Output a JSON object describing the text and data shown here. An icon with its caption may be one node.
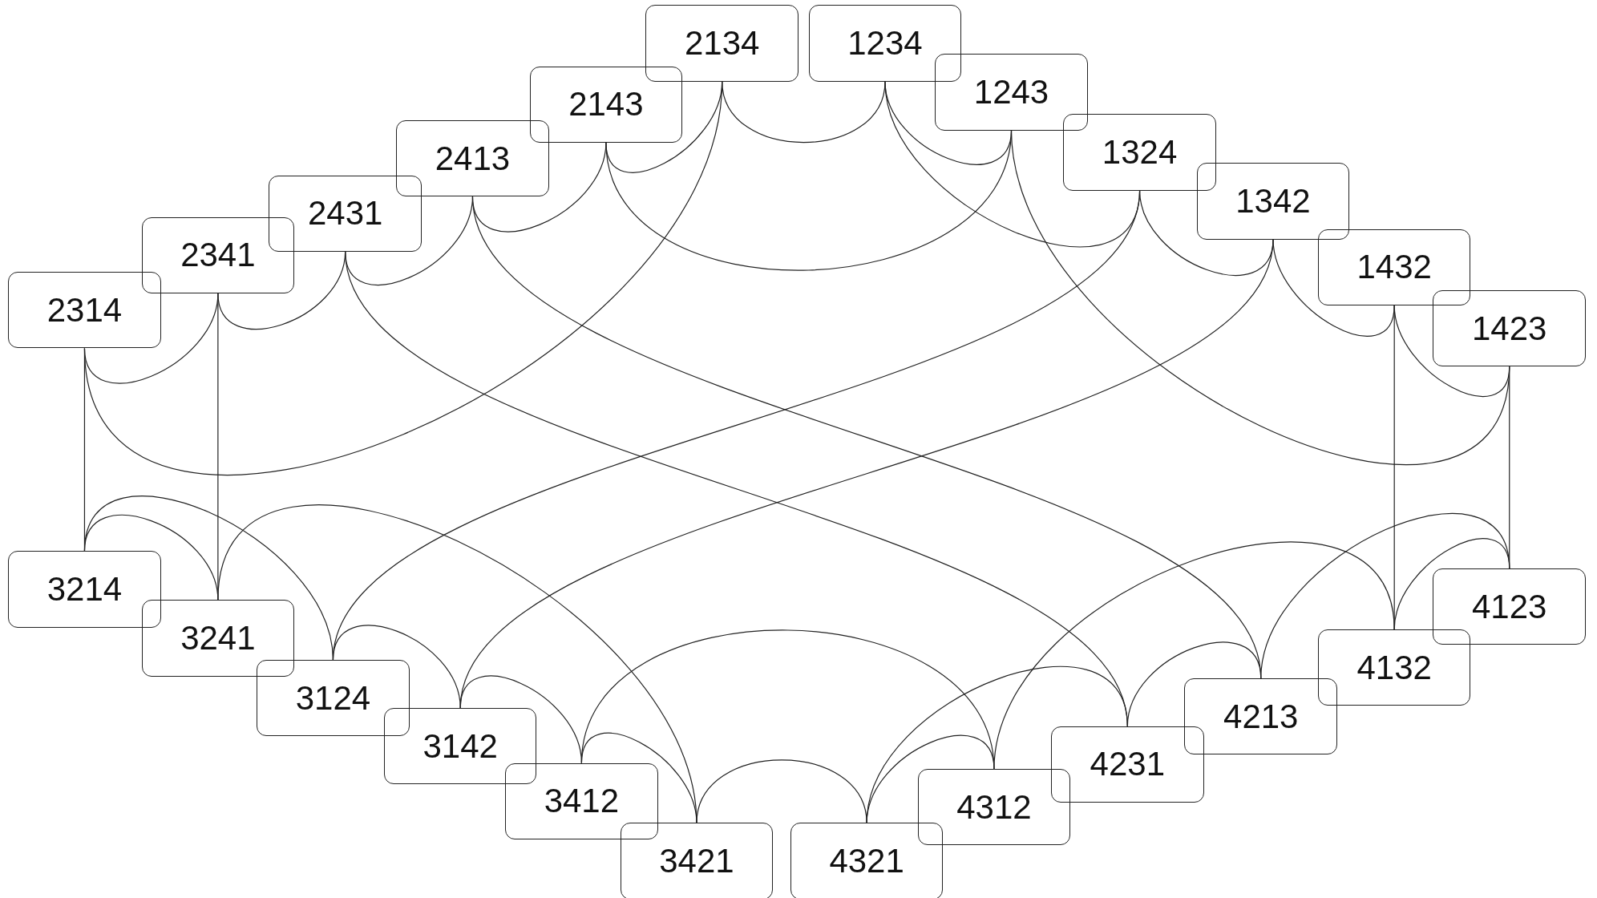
{
  "diagram": {
    "nodes": [
      {
        "text": [
          "2134"
        ]
      },
      {
        "text": [
          "1234"
        ]
      },
      {
        "text": [
          "2143"
        ]
      },
      {
        "text": [
          "1243"
        ]
      },
      {
        "text": [
          "2413"
        ]
      },
      {
        "text": [
          "1324"
        ]
      },
      {
        "text": [
          "2431"
        ]
      },
      {
        "text": [
          "1342"
        ]
      },
      {
        "text": [
          "2341"
        ]
      },
      {
        "text": [
          "1432"
        ]
      },
      {
        "text": [
          "2314"
        ]
      },
      {
        "text": [
          "1423"
        ]
      },
      {
        "text": [
          "3214"
        ]
      },
      {
        "text": [
          "4123"
        ]
      },
      {
        "text": [
          "3241"
        ]
      },
      {
        "text": [
          "4132"
        ]
      },
      {
        "text": [
          "3124"
        ]
      },
      {
        "text": [
          "4213"
        ]
      },
      {
        "text": [
          "3142"
        ]
      },
      {
        "text": [
          "4231"
        ]
      },
      {
        "text": [
          "3412"
        ]
      },
      {
        "text": [
          "4312"
        ]
      },
      {
        "text": [
          "3421"
        ]
      },
      {
        "text": [
          "4321"
        ]
      }
    ],
    "edges": [
      {
        "from": 1,
        "to": 0,
        "arrow": "none"
      },
      {
        "from": 1,
        "to": 5,
        "arrow": "none"
      },
      {
        "from": 1,
        "to": 3,
        "arrow": "none"
      },
      {
        "from": 3,
        "to": 2,
        "arrow": "none"
      },
      {
        "from": 3,
        "to": 11,
        "arrow": "none"
      },
      {
        "from": 5,
        "to": 16,
        "arrow": "none"
      },
      {
        "from": 5,
        "to": 7,
        "arrow": "none"
      },
      {
        "from": 7,
        "to": 18,
        "arrow": "none"
      },
      {
        "from": 7,
        "to": 9,
        "arrow": "none"
      },
      {
        "from": 11,
        "to": 13,
        "arrow": "none"
      },
      {
        "from": 11,
        "to": 9,
        "arrow": "none"
      },
      {
        "from": 9,
        "to": 15,
        "arrow": "none"
      },
      {
        "from": 0,
        "to": 10,
        "arrow": "none"
      },
      {
        "from": 0,
        "to": 2,
        "arrow": "none"
      },
      {
        "from": 2,
        "to": 4,
        "arrow": "none"
      },
      {
        "from": 10,
        "to": 12,
        "arrow": "none"
      },
      {
        "from": 10,
        "to": 8,
        "arrow": "none"
      },
      {
        "from": 8,
        "to": 14,
        "arrow": "none"
      },
      {
        "from": 8,
        "to": 6,
        "arrow": "none"
      },
      {
        "from": 4,
        "to": 17,
        "arrow": "none"
      },
      {
        "from": 4,
        "to": 6,
        "arrow": "none"
      },
      {
        "from": 6,
        "to": 19,
        "arrow": "none"
      },
      {
        "from": 16,
        "to": 12,
        "arrow": "none"
      },
      {
        "from": 16,
        "to": 18,
        "arrow": "none"
      },
      {
        "from": 18,
        "to": 20,
        "arrow": "none"
      },
      {
        "from": 12,
        "to": 14,
        "arrow": "none"
      },
      {
        "from": 14,
        "to": 22,
        "arrow": "none"
      },
      {
        "from": 20,
        "to": 21,
        "arrow": "none"
      },
      {
        "from": 20,
        "to": 22,
        "arrow": "none"
      },
      {
        "from": 22,
        "to": 23,
        "arrow": "none"
      },
      {
        "from": 13,
        "to": 17,
        "arrow": "none"
      },
      {
        "from": 13,
        "to": 15,
        "arrow": "none"
      },
      {
        "from": 15,
        "to": 21,
        "arrow": "none"
      },
      {
        "from": 17,
        "to": 19,
        "arrow": "none"
      },
      {
        "from": 19,
        "to": 23,
        "arrow": "none"
      },
      {
        "from": 21,
        "to": 23,
        "arrow": "none"
      }
    ]
  }
}
